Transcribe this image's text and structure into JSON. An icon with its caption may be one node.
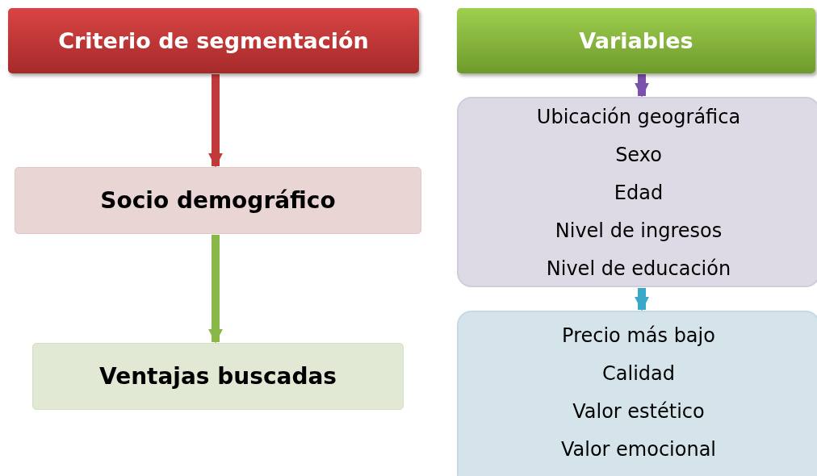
{
  "diagram": {
    "nodes": [
      {
        "text": [
          "Criterio de segmentación"
        ]
      },
      {
        "text": [
          "Socio demográfico"
        ]
      },
      {
        "text": [
          "Ventajas buscadas"
        ]
      },
      {
        "text": [
          "Variables"
        ]
      },
      {
        "text": [
          "Ubicación geográfica",
          "Sexo",
          "Edad",
          "Nivel de ingresos",
          "Nivel de educación"
        ]
      },
      {
        "text": [
          "Precio más bajo",
          "Calidad",
          "Valor estético",
          "Valor emocional"
        ]
      }
    ],
    "edges": [
      {
        "from": 0,
        "to": 1,
        "arrow": "to",
        "color": "#c0393b"
      },
      {
        "from": 1,
        "to": 2,
        "arrow": "to",
        "color": "#8ab848"
      },
      {
        "from": 3,
        "to": 4,
        "arrow": "to",
        "color": "#7b52ab"
      },
      {
        "from": 4,
        "to": 5,
        "arrow": "to",
        "color": "#3aa8c8"
      }
    ]
  }
}
